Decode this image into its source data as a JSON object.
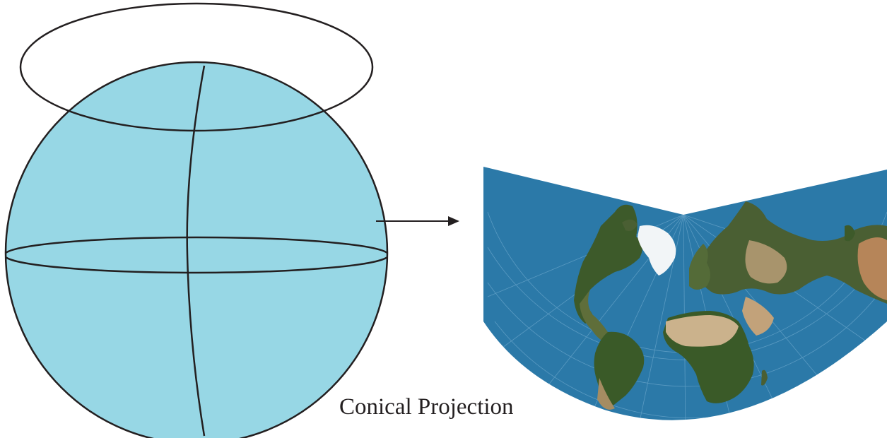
{
  "caption": "Conical Projection",
  "colors": {
    "globe_fill": "#97d7e5",
    "outline": "#231f20",
    "ocean": "#2b79a8",
    "land_green": "#3d5a2a",
    "land_tan": "#b8a078",
    "ice": "#f2f5f7",
    "graticule": "#6fa9cd"
  },
  "icons": {
    "globe": "globe-icon",
    "cone_rim": "cone-rim-ellipse",
    "arrow": "arrow-right-icon",
    "map": "conic-map-image"
  }
}
